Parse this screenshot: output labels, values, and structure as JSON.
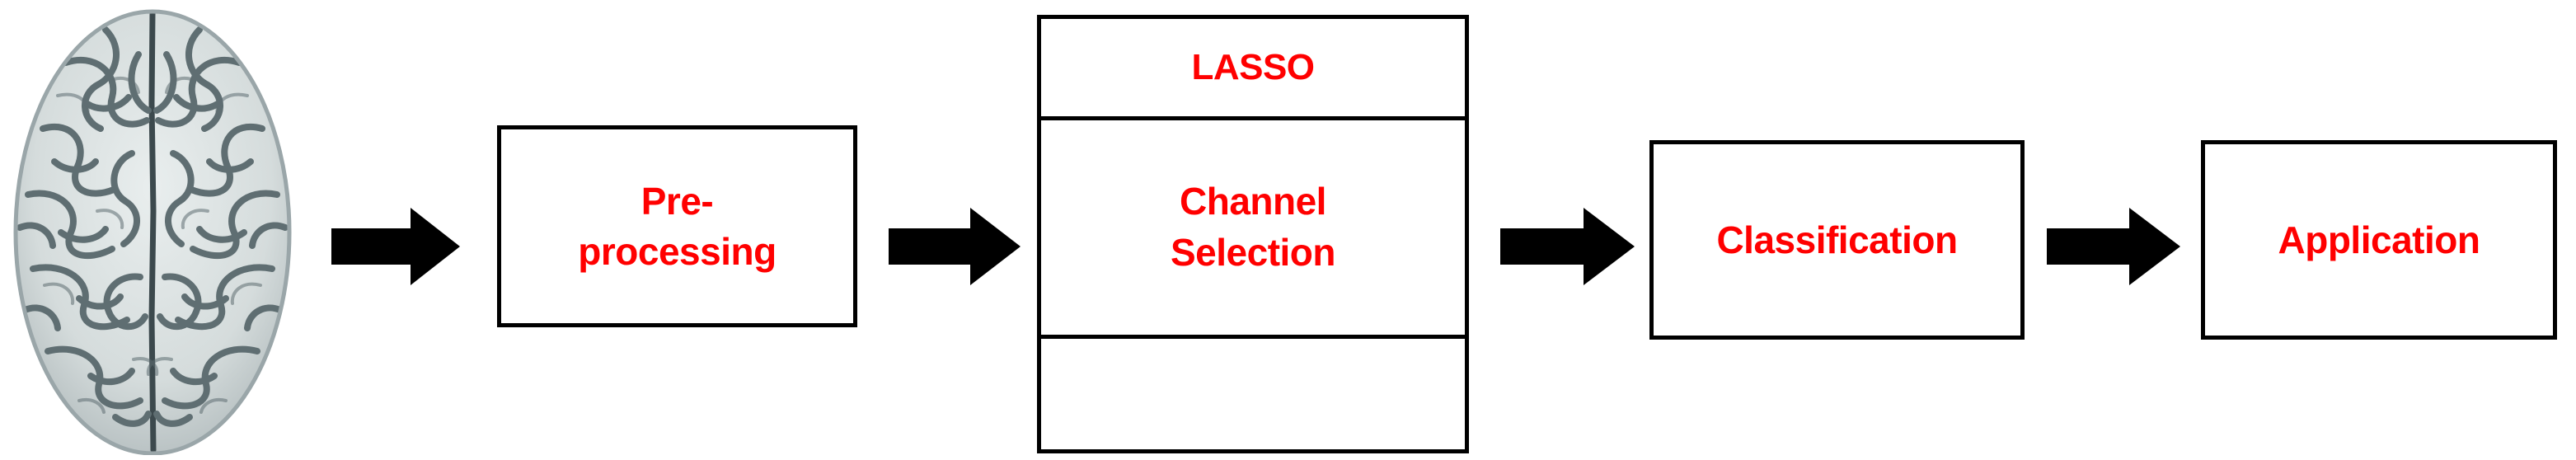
{
  "diagram": {
    "title": "EEG processing pipeline",
    "accent_color": "#ff0000",
    "line_color": "#000000",
    "background_color": "#ffffff",
    "brain": {
      "icon": "brain-top-view-image",
      "alt": "grayscale top-down illustration of a human brain",
      "gyri_color": "#d9dfdf",
      "sulci_color": "#5a6a6e"
    },
    "arrows": [
      {
        "name": "arrow-brain-to-preprocessing",
        "icon": "right-arrow-icon"
      },
      {
        "name": "arrow-preprocessing-to-lasso",
        "icon": "right-arrow-icon"
      },
      {
        "name": "arrow-lasso-to-classification",
        "icon": "right-arrow-icon"
      },
      {
        "name": "arrow-classification-to-application",
        "icon": "right-arrow-icon"
      }
    ],
    "stages": {
      "preprocessing": {
        "label": "Pre-\nprocessing"
      },
      "lasso_table": {
        "rows": [
          {
            "label": "LASSO"
          },
          {
            "label": "Channel\nSelection"
          },
          {
            "label": ""
          }
        ]
      },
      "classification": {
        "label": "Classification"
      },
      "application": {
        "label": "Application"
      }
    }
  }
}
